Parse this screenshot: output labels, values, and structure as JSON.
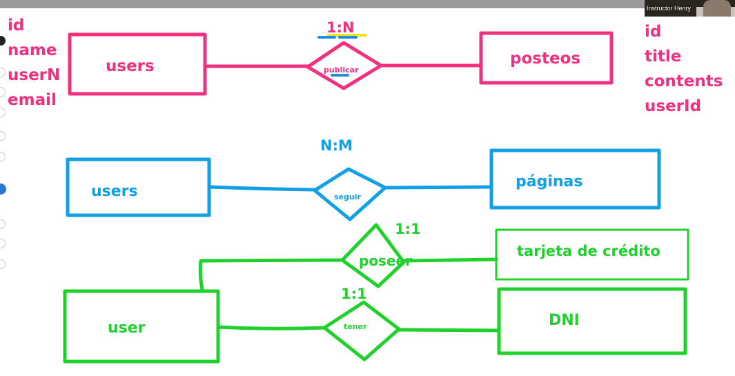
{
  "presenter": {
    "camera_label": "Instructor Henry"
  },
  "colors": {
    "pink": "#f1307f",
    "blue": "#119fe6",
    "green": "#1fd12a",
    "yellow": "#f2e11a",
    "marker_blue": "#1a8fe0"
  },
  "sidebar_left": {
    "attributes": [
      "id",
      "name",
      "userN",
      "email"
    ]
  },
  "sidebar_right": {
    "attributes": [
      "id",
      "title",
      "contents",
      "userId"
    ]
  },
  "rel1": {
    "left_entity": "users",
    "relation": "publicar",
    "cardinality": "1:N",
    "right_entity": "posteos"
  },
  "rel2": {
    "left_entity": "users",
    "relation": "seguir",
    "cardinality": "N:M",
    "right_entity": "páginas"
  },
  "rel3": {
    "relation": "poseer",
    "cardinality": "1:1",
    "right_entity": "tarjeta de crédito"
  },
  "rel4": {
    "left_entity": "user",
    "relation": "tener",
    "cardinality": "1:1",
    "right_entity": "DNI"
  }
}
